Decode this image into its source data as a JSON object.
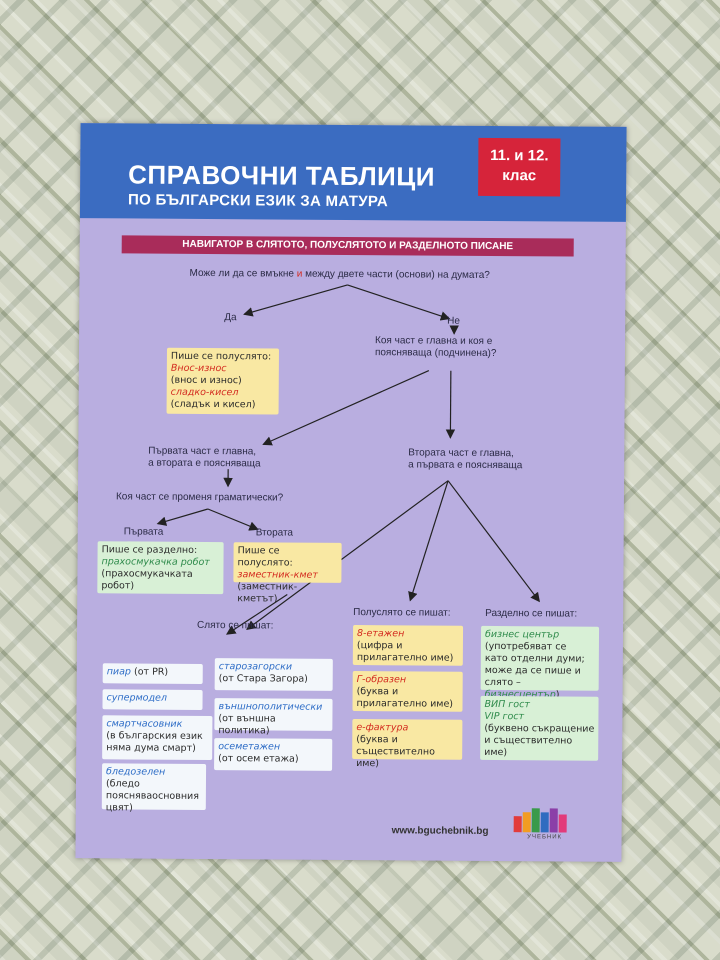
{
  "header": {
    "title_line1": "СПРАВОЧНИ ТАБЛИЦИ",
    "title_line2": "ПО БЪЛГАРСКИ ЕЗИК ЗА МАТУРА",
    "badge_line1": "11. и 12.",
    "badge_line2": "клас",
    "colors": {
      "header_blue": "#3b6cc1",
      "badge_red": "#d6243a",
      "banner_magenta": "#a92c5a"
    }
  },
  "banner": "НАВИГАТОР В СЛЯТОТО, ПОЛУСЛЯТОТО И РАЗДЕЛНОТО ПИСАНЕ",
  "question": {
    "q_before": "Може ли да се вмъкне ",
    "q_insert": "и",
    "q_after": " между двете части (основи) на думата?"
  },
  "yes_label": "Да",
  "no_label": "Не",
  "box_semi1": {
    "title": "Пише се полуслято:",
    "ex1": "Внос-износ",
    "ex1_note": "(внос и износ)",
    "ex2": "сладко-кисел",
    "ex2_note": "(сладък и кисел)"
  },
  "q2_line1": "Коя част е главна и коя е",
  "q2_line2": "поясняваща (подчинена)?",
  "first_main_line1": "Първата част е главна,",
  "first_main_line2": "а втората е поясняваща",
  "second_main_line1": "Втората част е главна,",
  "second_main_line2": "а първата е поясняваща",
  "q3": "Коя част се променя граматически?",
  "first_label": "Първата",
  "second_label": "Втората",
  "box_separate": {
    "title": "Пише се разделно:",
    "ex": "прахосмукачка робот",
    "note1": "(прахосмукачката",
    "note2": "робот)"
  },
  "box_semi2": {
    "title": "Пише се полуслято:",
    "ex": "заместник-кмет",
    "note": "(заместник-кметът)"
  },
  "together": {
    "heading": "Слято се пишат:",
    "items": [
      {
        "word": "пиар",
        "note": "(от PR)"
      },
      {
        "word": "супермодел",
        "note": ""
      },
      {
        "word": "смартчасовник",
        "note": "(в българския език няма дума смарт)"
      },
      {
        "word": "бледозелен",
        "note": "(бледо поясняваосновния цвят)"
      },
      {
        "word": "старозагорски",
        "note": "(от Стара Загора)"
      },
      {
        "word": "външнополитически",
        "note": "(от външна политика)"
      },
      {
        "word": "осеметажен",
        "note": "(от осем етажа)"
      }
    ]
  },
  "semi": {
    "heading": "Полуслято се пишат:",
    "items": [
      {
        "word": "8-етажен",
        "note1": "(цифра и",
        "note2": "прилагателно име)"
      },
      {
        "word": "Г-образен",
        "note1": "(буква и",
        "note2": "прилагателно име)"
      },
      {
        "word": "е-фактура",
        "note1": "(буква и",
        "note2": "съществително име)"
      }
    ]
  },
  "separate": {
    "heading": "Разделно се пишат:",
    "box1_word": "бизнес център",
    "box1_note1": "(употребяват се",
    "box1_note2": "като отделни думи;",
    "box1_note3": "може да се пише и",
    "box1_note4_prefix": "слято – ",
    "box1_note4_word": "бизнесцентър",
    "box1_note4_suffix": ")",
    "box2_word1": "ВИП гост",
    "box2_word2": "VIP гост",
    "box2_note1": "(буквено съкращение",
    "box2_note2": "и съществително",
    "box2_note3": "име)"
  },
  "footer": {
    "url": "www.bguchebnik.bg",
    "logo_text": "УЧЕБНИК"
  }
}
